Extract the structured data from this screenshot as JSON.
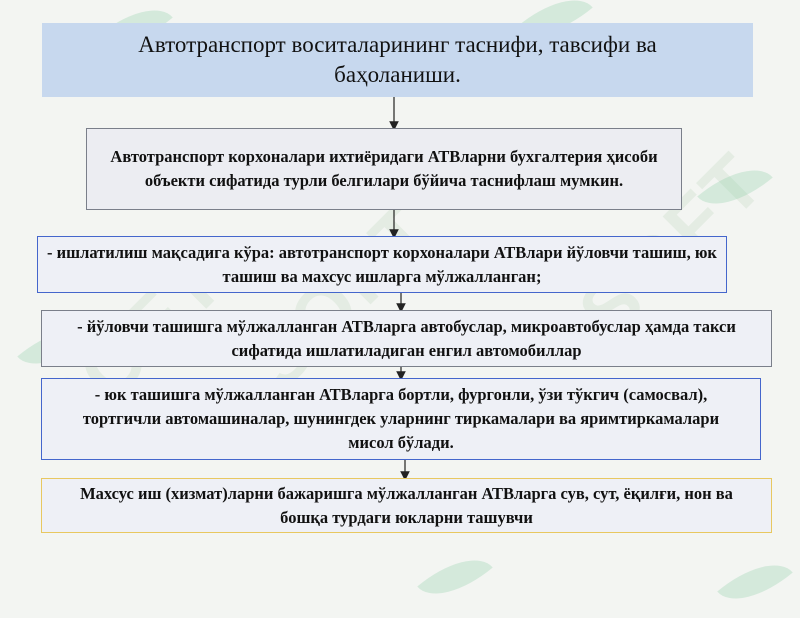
{
  "title": "Автотранспорт воситаларининг таснифи, тавсифи ва баҳоланиши.",
  "boxes": [
    "Автотранспорт корхоналари ихтиёридаги АТВларни бухгалтерия ҳисоби объекти сифатида турли белгилари бўйича таснифлаш мумкин.",
    "- ишлатилиш мақсадига кўра: автотранспорт корхоналари АТВлари йўловчи ташиш, юк ташиш ва махсус ишларга мўлжалланган;",
    "- йўловчи ташишга мўлжалланган АТВларга автобуслар, микроавтобуслар ҳамда такси сифатида ишлатиладиган енгил автомобиллар",
    "- юк ташишга мўлжалланган АТВларга бортли, фургонли, ўзи тўкгич (самосвал), тортгичли автомашиналар, шунингдек уларнинг тиркамалари ва яримтиркамалари мисол бўлади.",
    "Махсус иш (хизмат)ларни бажаришга мўлжалланган АТВларга сув, сут, ёқилғи, нон ва бошқа турдаги юкларни ташувчи"
  ],
  "watermark": "SOFT",
  "colors": {
    "title_bg": "#c7d8ee",
    "box_bg": "#eef0f6",
    "border_blue": "#4466cc",
    "border_gold": "#e8c860",
    "arrow": "#222222"
  }
}
